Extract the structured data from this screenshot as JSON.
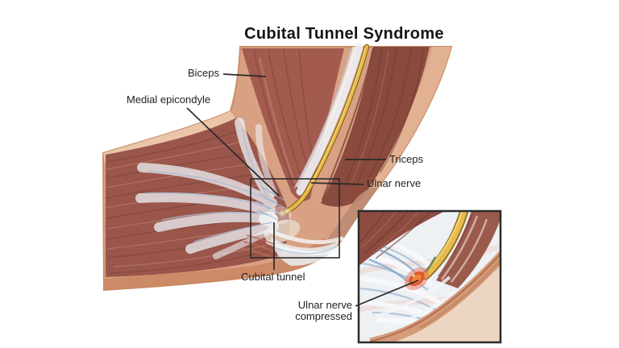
{
  "title": "Cubital Tunnel Syndrome",
  "labels": {
    "biceps": "Biceps",
    "medial_epicondyle": "Medial epicondyle",
    "triceps": "Triceps",
    "ulnar_nerve": "Ulnar nerve",
    "cubital_tunnel": "Cubital tunnel",
    "ulnar_nerve_compressed": [
      "Ulnar nerve",
      "compressed"
    ]
  },
  "colors": {
    "background": "#ffffff",
    "title_text": "#151515",
    "label_text": "#1f1f1f",
    "outline": "#2b2b2b",
    "skin": "#d9a183",
    "skin_edge": "#c98d6b",
    "muscle": "#9a564a",
    "muscle_light": "#a25b4e",
    "muscle_dark": "#8a4a3e",
    "fascia_white": "#eef2f7",
    "fascia_blue": "#a8bdd4",
    "nerve": "#e6bb4e",
    "nerve_outline": "#8a6314",
    "compressed": "#de5a2c"
  }
}
